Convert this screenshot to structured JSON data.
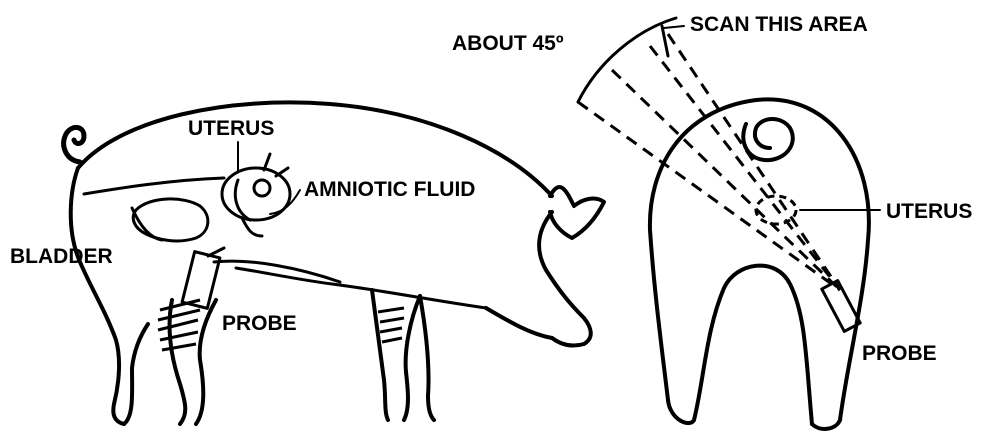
{
  "colors": {
    "ink": "#000000",
    "paper": "#ffffff"
  },
  "side_view": {
    "uterus_label": "UTERUS",
    "amniotic_label": "AMNIOTIC FLUID",
    "bladder_label": "BLADDER",
    "probe_label": "PROBE"
  },
  "rear_view": {
    "angle_label": "ABOUT 45º",
    "scan_label": "SCAN THIS AREA",
    "uterus_label": "UTERUS",
    "probe_label": "PROBE"
  }
}
